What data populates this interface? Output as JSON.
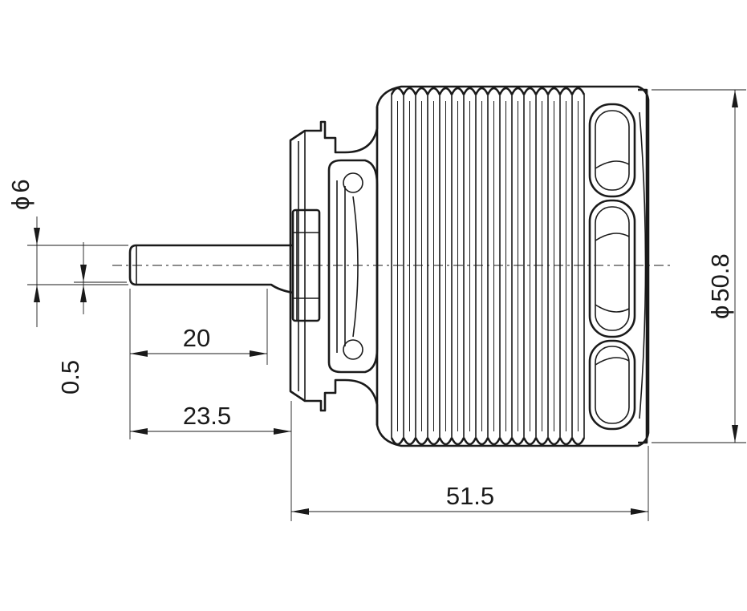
{
  "drawing": {
    "dimensions": {
      "shaft_diameter": {
        "symbol": "ϕ",
        "value": "6"
      },
      "shaft_step": "0.5",
      "shaft_length": "20",
      "shaft_total": "23.5",
      "body_length": "51.5",
      "body_diameter": {
        "symbol": "ϕ",
        "value": "50.8"
      }
    }
  }
}
